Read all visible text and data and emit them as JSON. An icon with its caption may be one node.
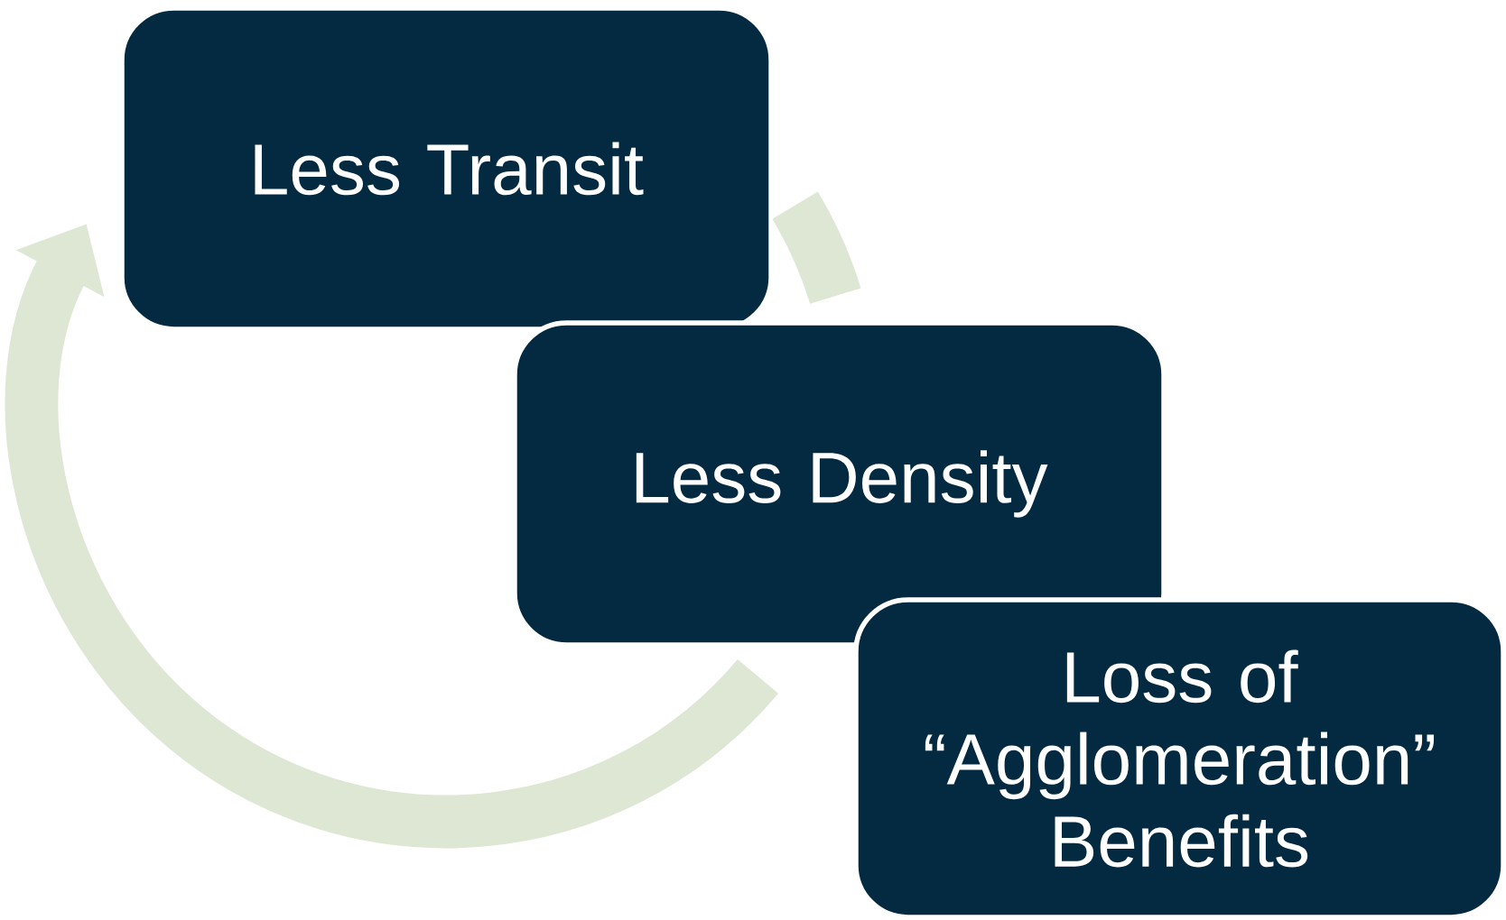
{
  "diagram": {
    "nodes": [
      {
        "text": [
          "Less Transit"
        ]
      },
      {
        "text": [
          "Less Density"
        ]
      },
      {
        "text": [
          "Loss of “Agglomeration” Benefits"
        ]
      }
    ],
    "edges": [
      {
        "from": 0,
        "to": 1,
        "arrow": "none"
      },
      {
        "from": 1,
        "to": 0,
        "arrow": "to"
      }
    ]
  }
}
